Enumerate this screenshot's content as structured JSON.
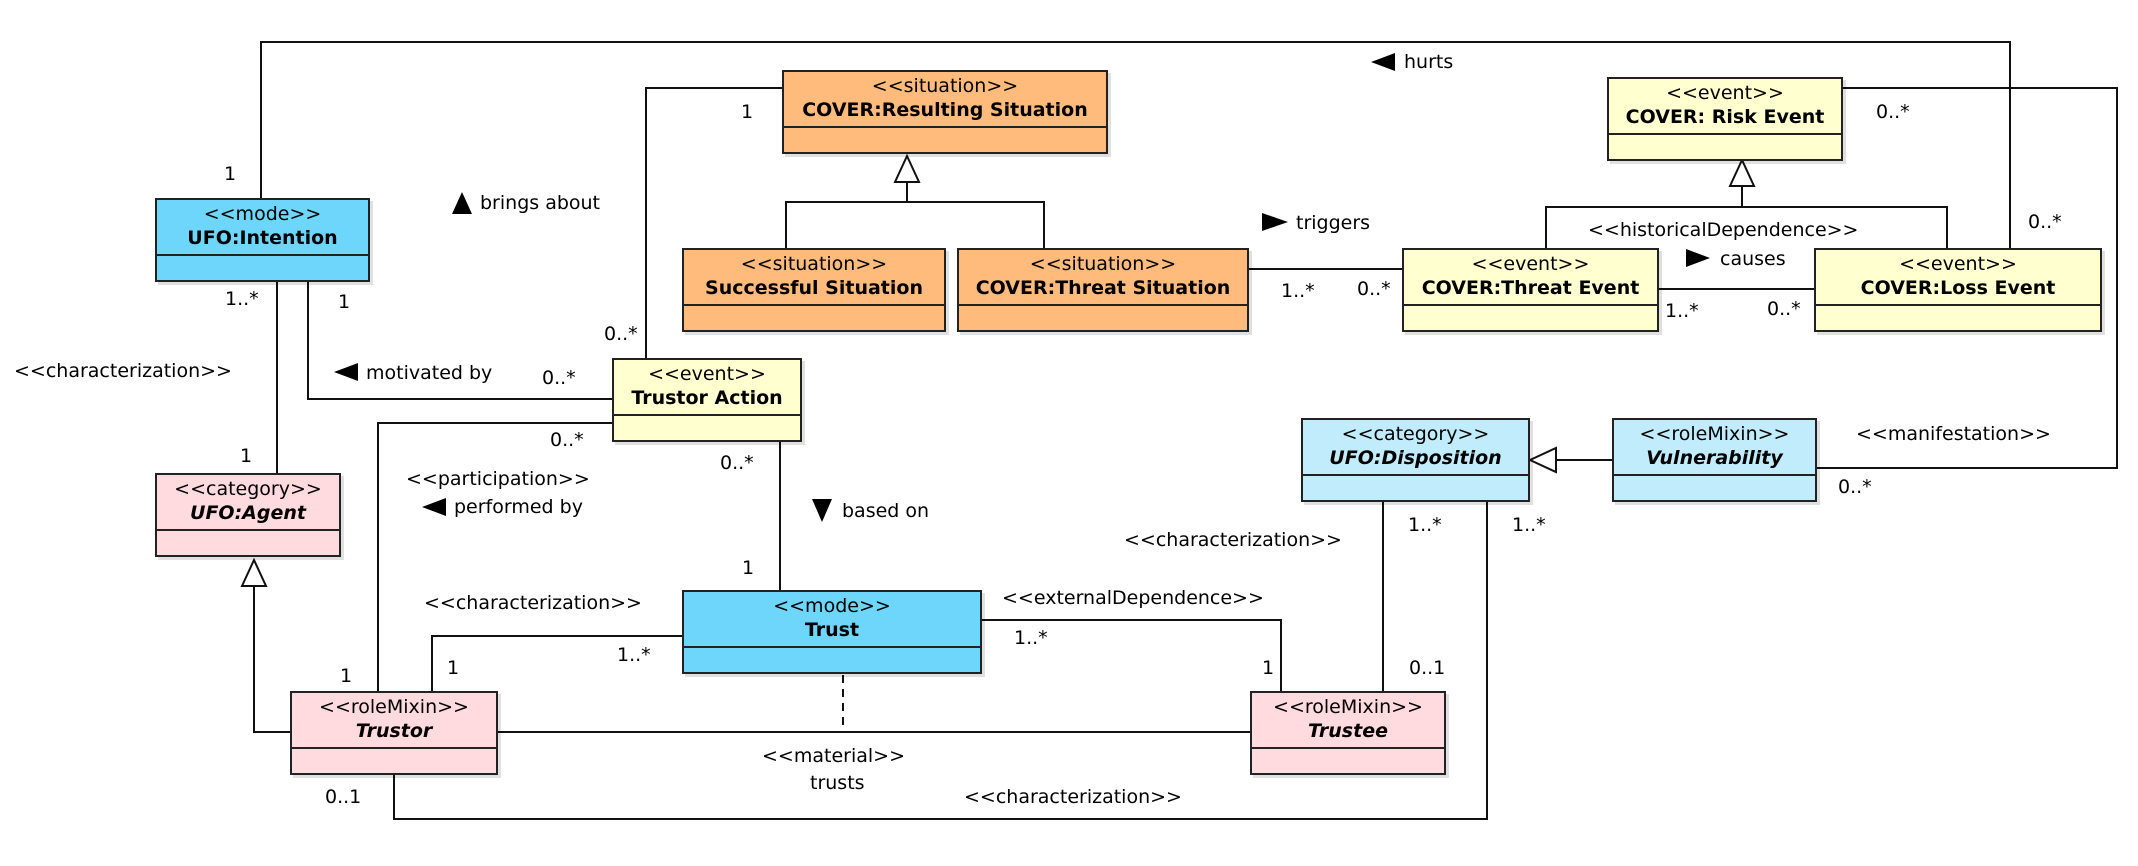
{
  "classes": {
    "resulting": {
      "stereotype": "<<situation>>",
      "name": "COVER:Resulting Situation"
    },
    "successful": {
      "stereotype": "<<situation>>",
      "name": "Successful Situation"
    },
    "threat_situation": {
      "stereotype": "<<situation>>",
      "name": "COVER:Threat Situation"
    },
    "risk_event": {
      "stereotype": "<<event>>",
      "name": "COVER: Risk Event"
    },
    "threat_event": {
      "stereotype": "<<event>>",
      "name": "COVER:Threat Event"
    },
    "loss_event": {
      "stereotype": "<<event>>",
      "name": "COVER:Loss Event"
    },
    "intention": {
      "stereotype": "<<mode>>",
      "name": "UFO:Intention"
    },
    "agent": {
      "stereotype": "<<category>>",
      "name": "UFO:Agent"
    },
    "trustor_action": {
      "stereotype": "<<event>>",
      "name": "Trustor Action"
    },
    "trust": {
      "stereotype": "<<mode>>",
      "name": "Trust"
    },
    "disposition": {
      "stereotype": "<<category>>",
      "name": "UFO:Disposition"
    },
    "vulnerability": {
      "stereotype": "<<roleMixin>>",
      "name": "Vulnerability"
    },
    "trustor": {
      "stereotype": "<<roleMixin>>",
      "name": "Trustor"
    },
    "trustee": {
      "stereotype": "<<roleMixin>>",
      "name": "Trustee"
    }
  },
  "labels": {
    "hurts": "hurts",
    "brings_about": "brings about",
    "triggers": "triggers",
    "historical_dependence": "<<historicalDependence>>",
    "causes": "causes",
    "characterization": "<<characterization>>",
    "motivated_by": "motivated by",
    "participation": "<<participation>>",
    "performed_by": "performed by",
    "based_on": "based on",
    "manifestation": "<<manifestation>>",
    "external_dependence": "<<externalDependence>>",
    "material": "<<material>>",
    "trusts": "trusts"
  },
  "multiplicities": {
    "one": "1",
    "zero_many": "0..*",
    "one_many": "1..*",
    "zero_one": "0..1"
  },
  "colors": {
    "situation": "#ffbb7b",
    "event": "#ffffcf",
    "mode": "#6ed6fb",
    "category_blue": "#c1ecfb",
    "role_pink": "#ffdadf"
  }
}
